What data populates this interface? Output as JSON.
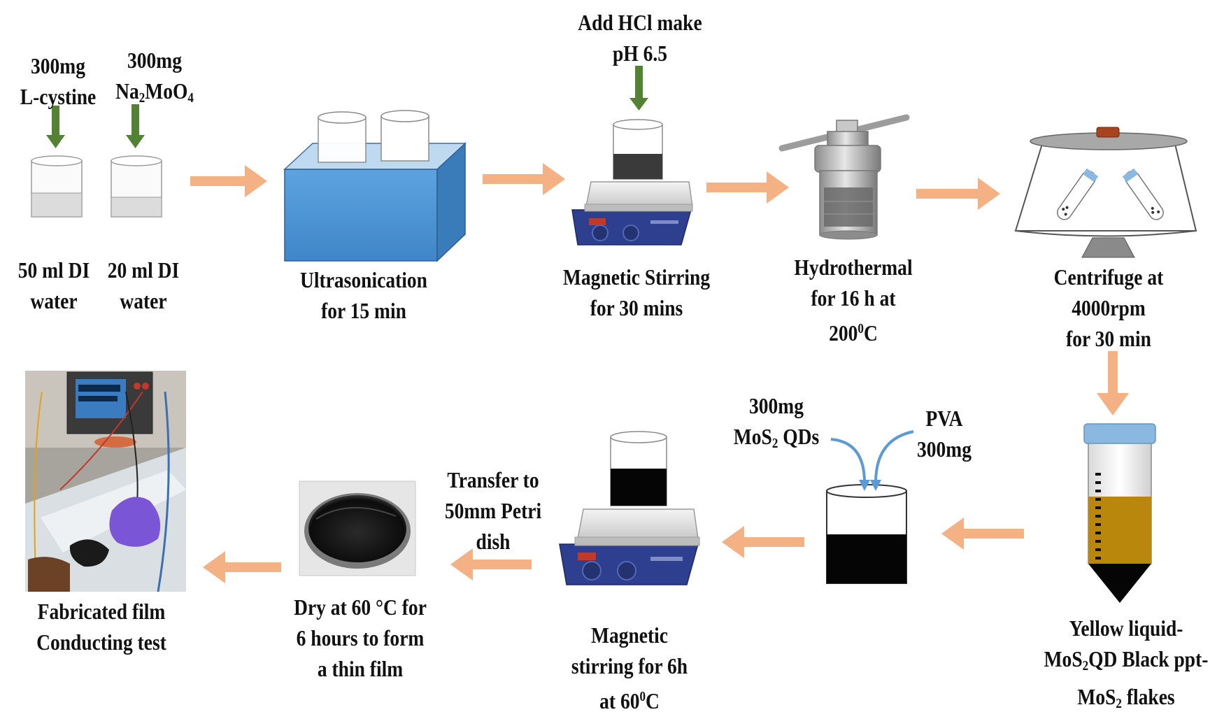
{
  "inputs": {
    "lcystine_amount": "300mg",
    "lcystine_name": "L-cystine",
    "namoo4_amount": "300mg",
    "namoo4_name": [
      "Na",
      "2",
      "MoO",
      "4"
    ],
    "beaker1_l1": "50 ml DI",
    "beaker1_l2": "water",
    "beaker2_l1": "20 ml DI",
    "beaker2_l2": "water",
    "hcl_l1": "Add HCl make",
    "hcl_l2": "pH 6.5"
  },
  "steps": {
    "ultrasonication": [
      "Ultrasonication",
      "for 15 min"
    ],
    "stirring1": [
      "Magnetic Stirring",
      "for 30 mins"
    ],
    "hydrothermal": [
      "Hydrothermal",
      "for 16 h at",
      "200",
      "0",
      "C"
    ],
    "centrifuge": [
      "Centrifuge at",
      "4000rpm",
      "for 30 min"
    ],
    "tube": [
      "Yellow liquid-",
      "MoS",
      "2",
      "QD Black ppt-",
      "MoS",
      "2",
      " flakes"
    ],
    "mix_mos2": [
      "300mg",
      "MoS",
      "2",
      " QDs"
    ],
    "mix_pva": [
      "PVA",
      "300mg"
    ],
    "stirring2": [
      "Magnetic",
      "stirring for 6h",
      "at 60",
      "0",
      "C"
    ],
    "petri": [
      "Transfer to",
      "50mm Petri",
      "dish"
    ],
    "dry": [
      "Dry at 60 °C for",
      "6 hours to form",
      "a thin film"
    ],
    "film": [
      "Fabricated film",
      "Conducting test"
    ]
  },
  "colors": {
    "arrow_process": "#f4b183",
    "arrow_add": "#548235",
    "arrow_mix": "#5b9bd5",
    "bath": "#4a8fd0",
    "tube_cap": "#8ab8e0",
    "liquid_yellow": "#b8870b",
    "hotplate_base": "#2e3f8f"
  }
}
